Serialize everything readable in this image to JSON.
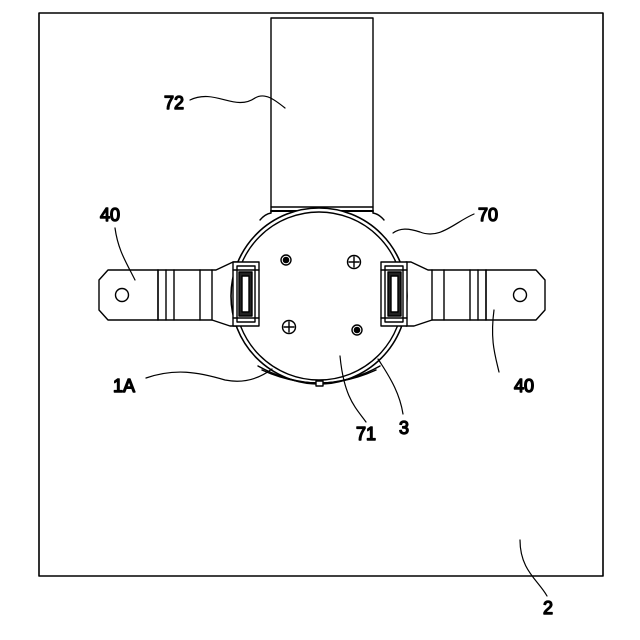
{
  "figure": {
    "line_color": "#000000",
    "background_color": "#ffffff"
  },
  "labels": {
    "plate": "2",
    "terminal_left": "40",
    "terminal_right": "40",
    "cover": "70",
    "cover_face": "71",
    "flap": "72",
    "housing": "1A",
    "case": "3"
  },
  "icons": {
    "round_fastener": "circle with dark center",
    "screw_head": "circle with cross recess",
    "terminal_hole": "small open circle"
  }
}
